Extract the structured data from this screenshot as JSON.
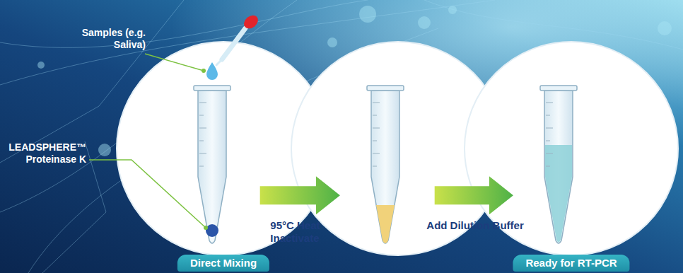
{
  "diagram": {
    "nodes": [
      {
        "text": [
          "Direct Mixing"
        ]
      },
      {
        "text": []
      },
      {
        "text": [
          "Ready for RT-PCR"
        ]
      }
    ],
    "edges": [
      {
        "from": 0,
        "to": 1,
        "arrow": "to",
        "label": "95°C Heat Inactivate"
      },
      {
        "from": 1,
        "to": 2,
        "arrow": "to",
        "label": "Add Dilution Buffer"
      }
    ],
    "labels": [
      "Samples (e.g. Saliva)",
      "LEADSPHERE™ Proteinase K"
    ]
  }
}
